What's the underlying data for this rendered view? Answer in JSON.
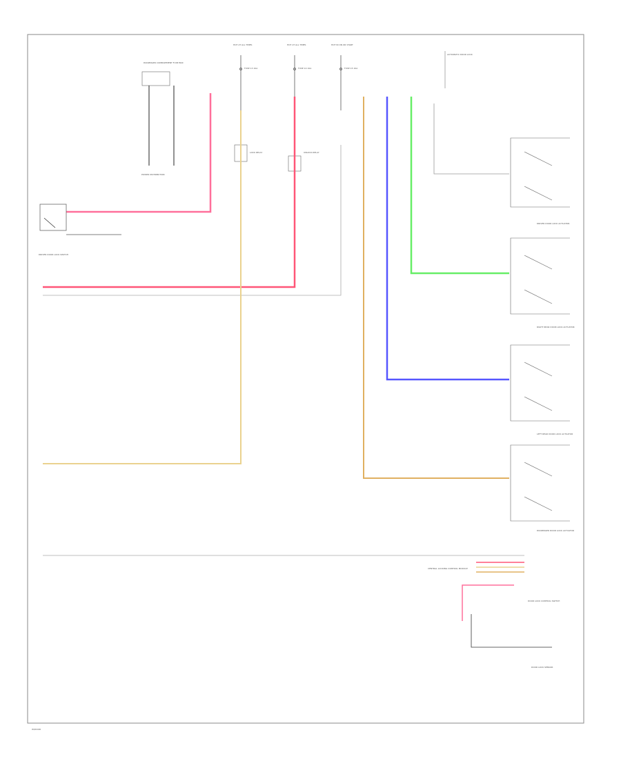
{
  "colors": {
    "pink": "#ff6f9a",
    "red": "#ff5577",
    "blue": "#5555ff",
    "green": "#66ee66",
    "tan": "#ead28e",
    "gold": "#e0b060",
    "black": "#222222",
    "gray": "#999999",
    "frame": "#888888"
  },
  "labels": {
    "fuse_top_1": "HOT AT ALL TIMES",
    "fuse_top_2": "HOT AT ALL TIMES",
    "fuse_top_3": "HOT IN ON OR START",
    "fuse_1": "FUSE 13 10A",
    "fuse_2": "FUSE 14 10A",
    "fuse_3": "FUSE 15 10A",
    "harness_box": "PASSENGER COMPARTMENT FUSE BOX",
    "ground_link": "POWER DISTRIBUTION",
    "relay_1": "LOCK RELAY",
    "relay_2": "UNLOCK RELAY",
    "driver_switch": "DRIVER DOOR LOCK SWITCH",
    "module": "CENTRAL LOCKING CONTROL MODULE",
    "note_top": "AUTOMATIC DOOR LOCK",
    "actuator_1": "DRIVER DOOR LOCK ACTUATOR",
    "actuator_2": "RIGHT REAR DOOR LOCK ACTUATOR",
    "actuator_3": "LEFT REAR DOOR LOCK ACTUATOR",
    "actuator_4": "PASSENGER DOOR LOCK ACTUATOR",
    "bottom_switch": "DOOR LOCK CONTROL SWITCH",
    "bottom_sensor": "DOOR LOCK SENSOR",
    "footer": "W/DOOR"
  }
}
